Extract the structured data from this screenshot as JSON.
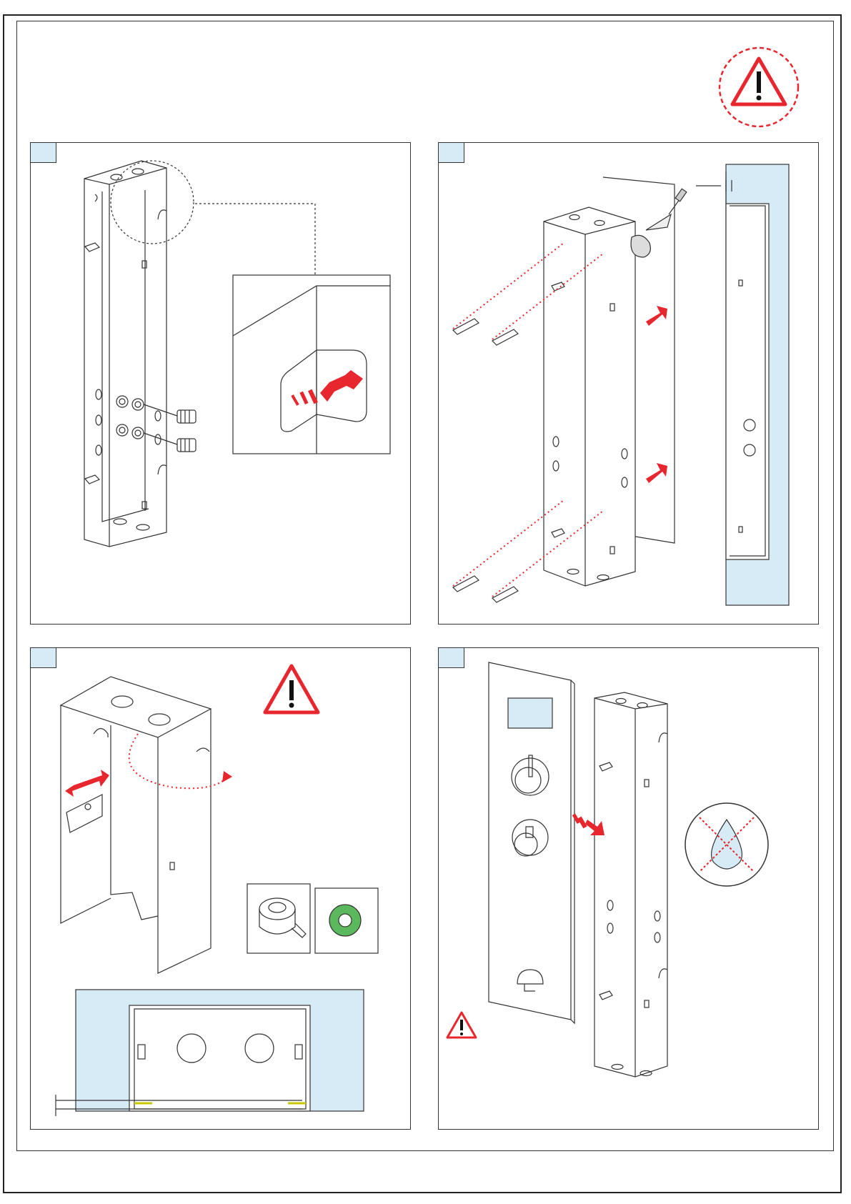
{
  "document": {
    "type": "installation-instructions-page",
    "panels": [
      {
        "id": "panel-1",
        "icons": [
          "box-icon",
          "tab-bend-detail-icon",
          "connector-icon",
          "bend-arrow-icon"
        ]
      },
      {
        "id": "panel-2",
        "icons": [
          "box-icon",
          "screw-anchor-icon",
          "trowel-icon",
          "push-arrow-icon",
          "wall-section-icon"
        ]
      },
      {
        "id": "panel-3",
        "icons": [
          "box-open-icon",
          "warning-icon",
          "slide-arrow-icon",
          "ptfe-tape-icon",
          "green-washer-icon",
          "top-section-icon"
        ]
      },
      {
        "id": "panel-4",
        "icons": [
          "trim-plate-icon",
          "box-icon",
          "mount-arrow-icon",
          "no-water-icon",
          "warning-icon"
        ]
      }
    ]
  },
  "colors": {
    "accent_red": "#e8262d",
    "wall_blue": "#d6ebf5",
    "washer_green": "#5cb85c",
    "line": "#222222"
  }
}
